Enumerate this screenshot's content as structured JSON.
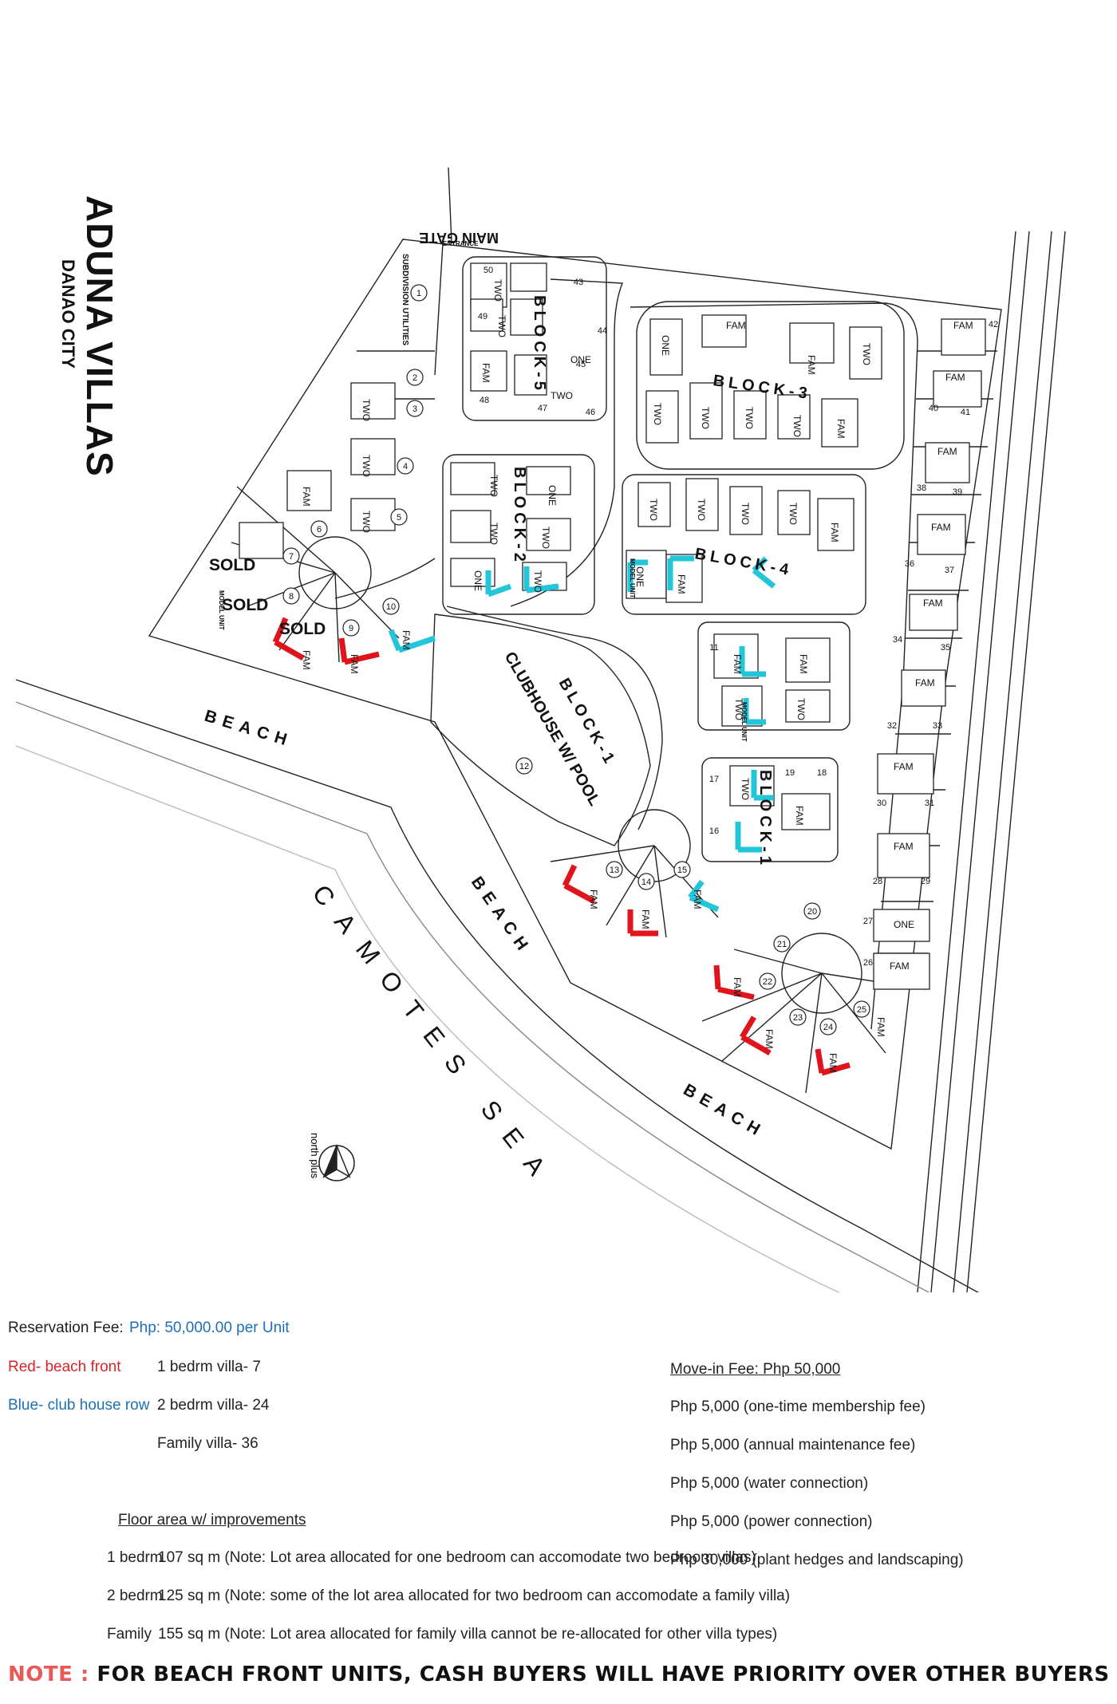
{
  "title": "ADUNA VILLAS",
  "subtitle": "DANAO CITY",
  "map": {
    "main_gate": "MAIN GATE",
    "entrance": "ENTRANCE",
    "subdivision_utilities": "SUBDIVISION UTILITIES",
    "sea": "CAMOTES SEA",
    "beach": "BEACH",
    "clubhouse": "CLUBHOUSE W/ POOL",
    "north": "north plus",
    "sold": "SOLD",
    "model_unit": "MODEL UNIT",
    "blocks": [
      "BLOCK-1",
      "BLOCK-2",
      "BLOCK-3",
      "BLOCK-4",
      "BLOCK-5"
    ],
    "villa_types": [
      "ONE",
      "TWO",
      "FAM"
    ],
    "lots": [
      "1",
      "2",
      "3",
      "4",
      "5",
      "6",
      "7",
      "8",
      "9",
      "10",
      "11",
      "12",
      "13",
      "14",
      "15",
      "16",
      "17",
      "18",
      "19",
      "20",
      "21",
      "22",
      "23",
      "24",
      "25",
      "26",
      "27",
      "28",
      "29",
      "30",
      "31",
      "32",
      "33",
      "34",
      "35",
      "36",
      "37",
      "38",
      "39",
      "40",
      "41",
      "42",
      "43",
      "44",
      "45",
      "46",
      "47",
      "48",
      "49",
      "50"
    ],
    "colors": {
      "beach_front": "#e0141b",
      "club_house_row": "#22c6d8",
      "lines": "#222222"
    }
  },
  "legend": {
    "reservation_label": "Reservation Fee:",
    "reservation_value": "Php: 50,000.00 per Unit",
    "red_label": "Red- beach front",
    "blue_label": "Blue- club house row",
    "counts": [
      "1 bedrm villa- 7",
      "2 bedrm villa- 24",
      "Family villa- 36"
    ],
    "floor_title": "Floor area w/ improvements",
    "floor_rows": [
      {
        "type": "1 bedrm",
        "area": "107 sq m (Note: Lot area allocated for one bedroom can accomodate two bedroom villas)"
      },
      {
        "type": "2 bedrm",
        "area": "125 sq m (Note:  some of the lot area allocated for two bedroom can accomodate a family villa)"
      },
      {
        "type": "Family",
        "area": "155 sq m (Note:  Lot area allocated for family villa cannot be re-allocated for other villa types)"
      }
    ],
    "movein_title": "Move-in Fee:  Php 50,000",
    "movein_items": [
      "Php 5,000 (one-time membership fee)",
      "Php 5,000 (annual maintenance fee)",
      "Php 5,000 (water connection)",
      "Php 5,000 (power connection)",
      "Php 30,000 (plant hedges and landscaping)"
    ]
  },
  "note": {
    "label": "NOTE :",
    "text": "FOR BEACH FRONT UNITS, CASH BUYERS WILL HAVE PRIORITY OVER OTHER BUYERS"
  }
}
